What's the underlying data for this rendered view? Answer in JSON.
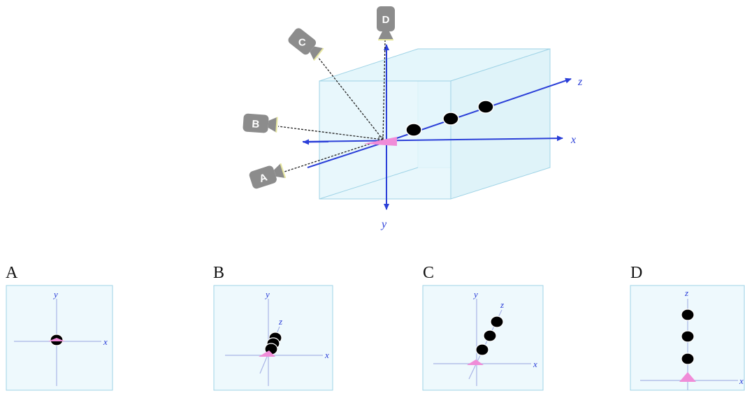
{
  "colors": {
    "axis": "#2b3fd8",
    "box_fill": "#e4f6fb",
    "box_edge": "#9fd3e6",
    "camera": "#8c8c8c",
    "marker": "#f08cd8",
    "ball": "#000000",
    "panel_fill": "#eef9fd",
    "panel_edge": "#9fd3e6",
    "panel_axis": "#a9b4e6"
  },
  "scene": {
    "axes": {
      "x": "x",
      "y": "y",
      "z": "z"
    },
    "cameras": [
      {
        "id": "A",
        "label": "A"
      },
      {
        "id": "B",
        "label": "B"
      },
      {
        "id": "C",
        "label": "C"
      },
      {
        "id": "D",
        "label": "D"
      }
    ],
    "ball_count": 3
  },
  "panels": [
    {
      "id": "A",
      "label": "A",
      "axes": [
        "y",
        "x"
      ]
    },
    {
      "id": "B",
      "label": "B",
      "axes": [
        "y",
        "z",
        "x"
      ]
    },
    {
      "id": "C",
      "label": "C",
      "axes": [
        "y",
        "z",
        "x"
      ]
    },
    {
      "id": "D",
      "label": "D",
      "axes": [
        "z",
        "x"
      ]
    }
  ]
}
